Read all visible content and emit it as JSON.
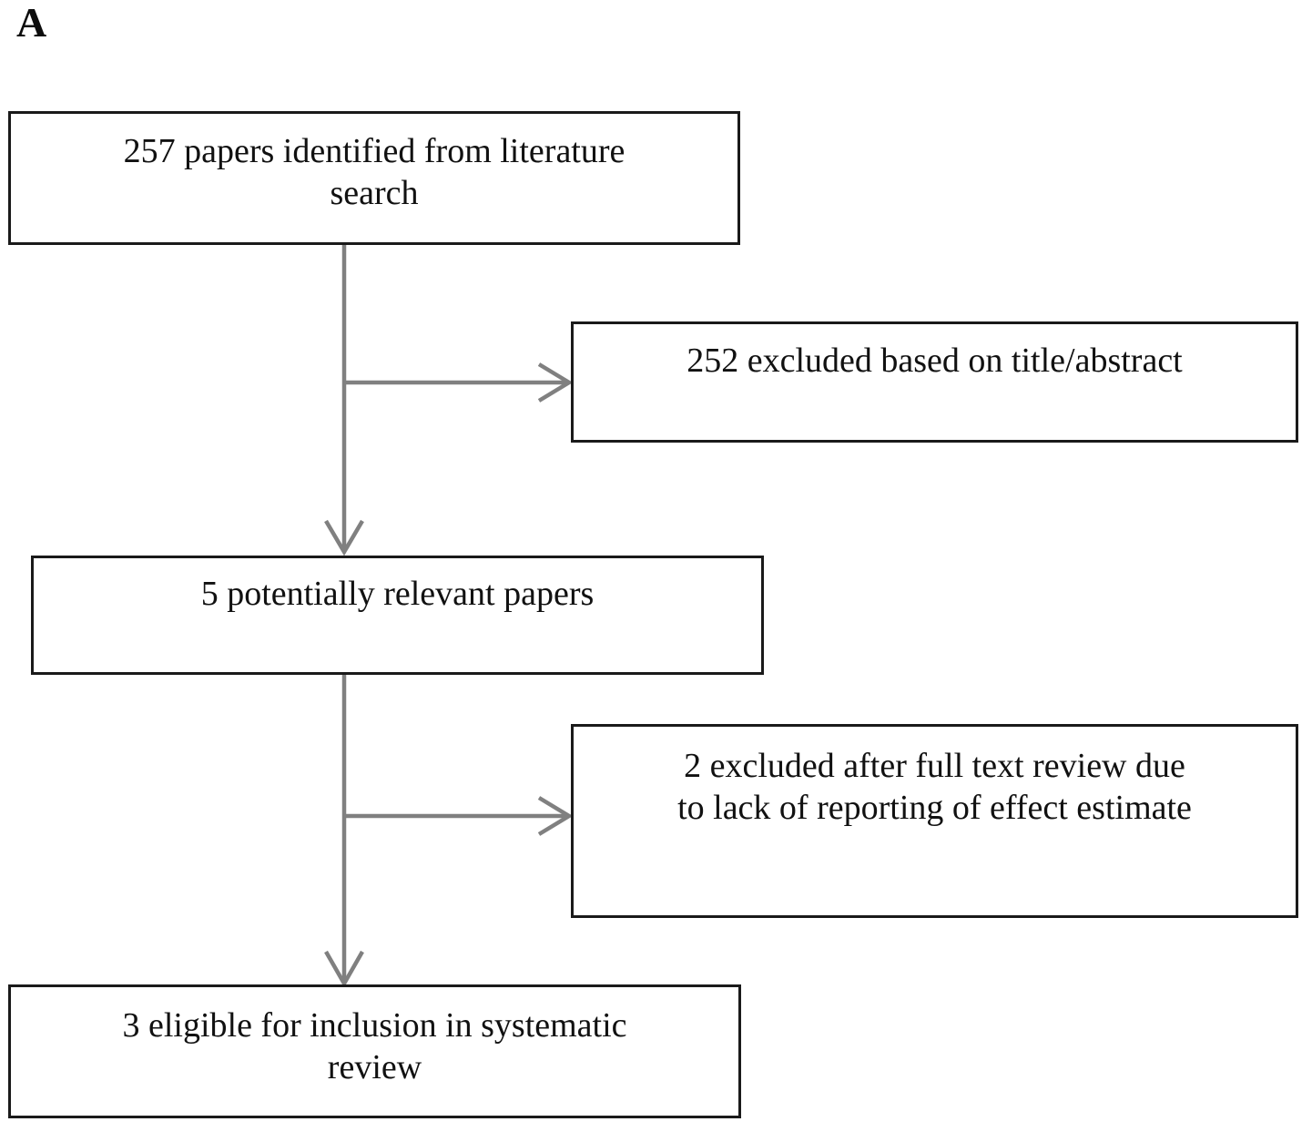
{
  "figure": {
    "panel_label": "A",
    "type": "prisma-study-selection-flowchart"
  },
  "colors": {
    "box_border": "#1a1a1a",
    "box_fill": "#ffffff",
    "connector": "#808080",
    "text": "#111111",
    "background": "#ffffff"
  },
  "boxes": {
    "identified": {
      "text": "257 papers identified from literature\nsearch",
      "count": 257
    },
    "excluded_title_abstract": {
      "text": "252 excluded based on title/abstract",
      "count": 252
    },
    "potentially_relevant": {
      "text": "5 potentially relevant papers",
      "count": 5
    },
    "excluded_full_text": {
      "text": "2 excluded after full text review due\nto lack of reporting of effect estimate",
      "count": 2
    },
    "eligible": {
      "text": "3 eligible for inclusion in systematic\nreview",
      "count": 3
    }
  },
  "connectors": [
    {
      "name": "identified-to-potential",
      "from": "identified",
      "to": "potentially_relevant",
      "direction": "down",
      "arrowhead": "open-v"
    },
    {
      "name": "identified-to-excluded-title",
      "from": "identified",
      "to": "excluded_title_abstract",
      "direction": "right",
      "arrowhead": "open-v"
    },
    {
      "name": "potential-to-eligible",
      "from": "potentially_relevant",
      "to": "eligible",
      "direction": "down",
      "arrowhead": "open-v"
    },
    {
      "name": "potential-to-excluded-fulltext",
      "from": "potentially_relevant",
      "to": "excluded_full_text",
      "direction": "right",
      "arrowhead": "open-v"
    }
  ]
}
